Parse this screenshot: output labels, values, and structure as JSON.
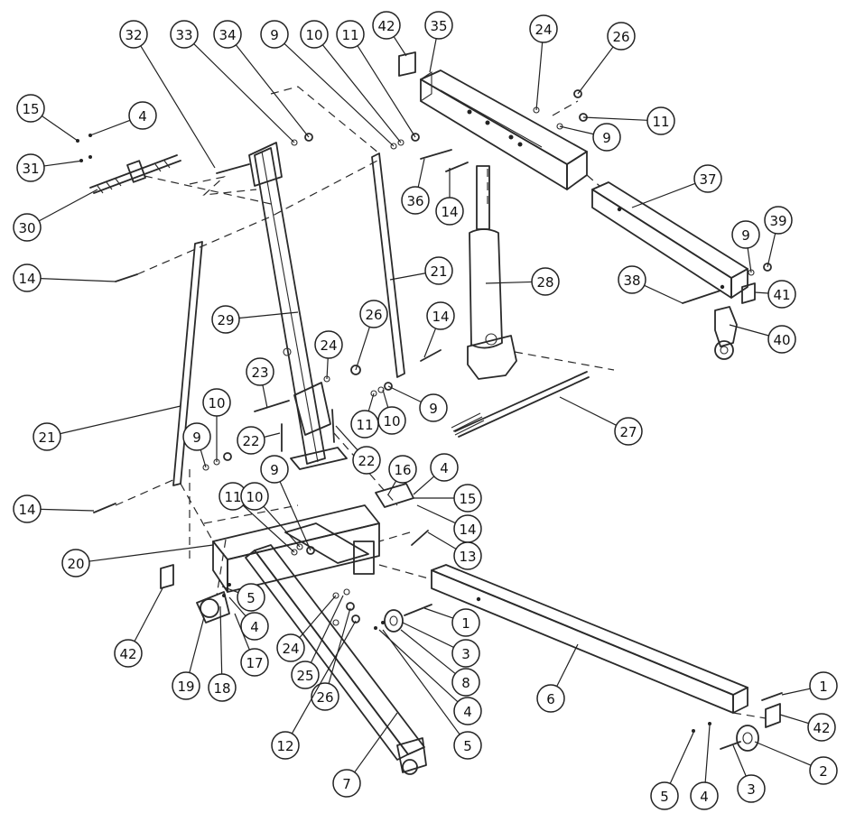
{
  "callouts": [
    {
      "id": "c32",
      "label": "32"
    },
    {
      "id": "c33",
      "label": "33"
    },
    {
      "id": "c34",
      "label": "34"
    },
    {
      "id": "c9a",
      "label": "9"
    },
    {
      "id": "c10a",
      "label": "10"
    },
    {
      "id": "c11a",
      "label": "11"
    },
    {
      "id": "c42a",
      "label": "42"
    },
    {
      "id": "c35",
      "label": "35"
    },
    {
      "id": "c24a",
      "label": "24"
    },
    {
      "id": "c26a",
      "label": "26"
    },
    {
      "id": "c15a",
      "label": "15"
    },
    {
      "id": "c4a",
      "label": "4"
    },
    {
      "id": "c31",
      "label": "31"
    },
    {
      "id": "c30",
      "label": "30"
    },
    {
      "id": "c11b",
      "label": "11"
    },
    {
      "id": "c9b",
      "label": "9"
    },
    {
      "id": "c37",
      "label": "37"
    },
    {
      "id": "c36",
      "label": "36"
    },
    {
      "id": "c14a",
      "label": "14"
    },
    {
      "id": "c9c",
      "label": "9"
    },
    {
      "id": "c39",
      "label": "39"
    },
    {
      "id": "c14b",
      "label": "14"
    },
    {
      "id": "c21a",
      "label": "21"
    },
    {
      "id": "c28",
      "label": "28"
    },
    {
      "id": "c38",
      "label": "38"
    },
    {
      "id": "c41",
      "label": "41"
    },
    {
      "id": "c29",
      "label": "29"
    },
    {
      "id": "c26b",
      "label": "26"
    },
    {
      "id": "c14c",
      "label": "14"
    },
    {
      "id": "c40",
      "label": "40"
    },
    {
      "id": "c24b",
      "label": "24"
    },
    {
      "id": "c23",
      "label": "23"
    },
    {
      "id": "c11c",
      "label": "11"
    },
    {
      "id": "c10b",
      "label": "10"
    },
    {
      "id": "c9d",
      "label": "9"
    },
    {
      "id": "c21b",
      "label": "21"
    },
    {
      "id": "c10c",
      "label": "10"
    },
    {
      "id": "c22a",
      "label": "22"
    },
    {
      "id": "c22b",
      "label": "22"
    },
    {
      "id": "c27",
      "label": "27"
    },
    {
      "id": "c9e",
      "label": "9"
    },
    {
      "id": "c16",
      "label": "16"
    },
    {
      "id": "c4b",
      "label": "4"
    },
    {
      "id": "c9f",
      "label": "9"
    },
    {
      "id": "c11d",
      "label": "11"
    },
    {
      "id": "c10d",
      "label": "10"
    },
    {
      "id": "c15b",
      "label": "15"
    },
    {
      "id": "c14d",
      "label": "14"
    },
    {
      "id": "c14e",
      "label": "14"
    },
    {
      "id": "c13",
      "label": "13"
    },
    {
      "id": "c20",
      "label": "20"
    },
    {
      "id": "c42b",
      "label": "42"
    },
    {
      "id": "c5a",
      "label": "5"
    },
    {
      "id": "c4c",
      "label": "4"
    },
    {
      "id": "c1a",
      "label": "1"
    },
    {
      "id": "c3a",
      "label": "3"
    },
    {
      "id": "c19",
      "label": "19"
    },
    {
      "id": "c18",
      "label": "18"
    },
    {
      "id": "c17",
      "label": "17"
    },
    {
      "id": "c24c",
      "label": "24"
    },
    {
      "id": "c25",
      "label": "25"
    },
    {
      "id": "c26c",
      "label": "26"
    },
    {
      "id": "c8",
      "label": "8"
    },
    {
      "id": "c4d",
      "label": "4"
    },
    {
      "id": "c6",
      "label": "6"
    },
    {
      "id": "c12",
      "label": "12"
    },
    {
      "id": "c5b",
      "label": "5"
    },
    {
      "id": "c1b",
      "label": "1"
    },
    {
      "id": "c42c",
      "label": "42"
    },
    {
      "id": "c7",
      "label": "7"
    },
    {
      "id": "c2",
      "label": "2"
    },
    {
      "id": "c5c",
      "label": "5"
    },
    {
      "id": "c4e",
      "label": "4"
    },
    {
      "id": "c3b",
      "label": "3"
    }
  ]
}
